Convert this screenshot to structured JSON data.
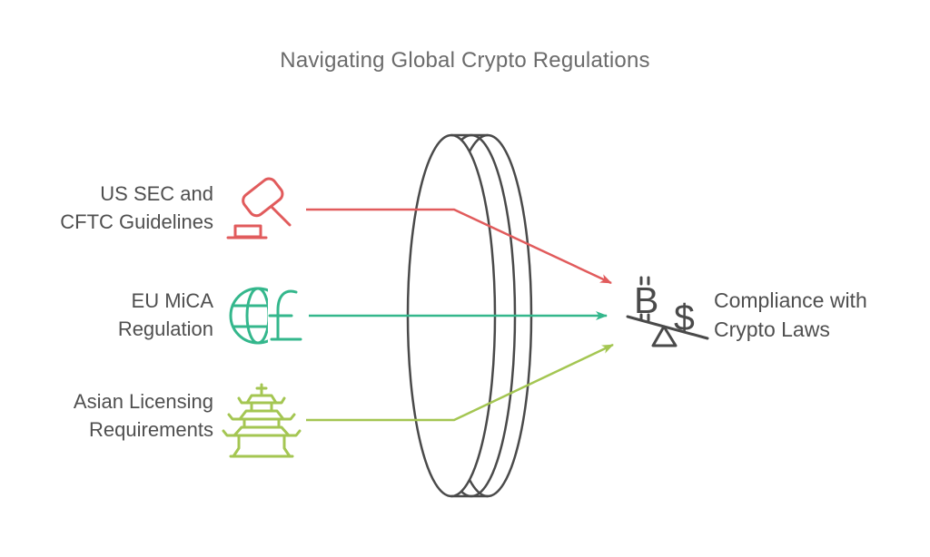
{
  "title": "Navigating Global Crypto Regulations",
  "colors": {
    "red": "#e15b5c",
    "teal": "#34b78c",
    "lime": "#a4c652",
    "outline_dark": "#4a4a4a",
    "label_text": "#4f4f4f",
    "title_text": "#6b6b6b",
    "background": "#ffffff"
  },
  "inputs": [
    {
      "lines": [
        "US SEC and",
        "CFTC Guidelines"
      ],
      "icon": "gavel-icon",
      "color": "#e15b5c"
    },
    {
      "lines": [
        "EU MiCA",
        "Regulation"
      ],
      "icon": "globe-pound-icon",
      "color": "#34b78c"
    },
    {
      "lines": [
        "Asian Licensing",
        "Requirements"
      ],
      "icon": "pagoda-icon",
      "color": "#a4c652"
    }
  ],
  "lens": {
    "icon": "lens-disc-icon"
  },
  "output": {
    "lines": [
      "Compliance with",
      "Crypto Laws"
    ],
    "icon": "balance-scale-icon",
    "symbols": {
      "left": "B",
      "right": "$"
    }
  }
}
